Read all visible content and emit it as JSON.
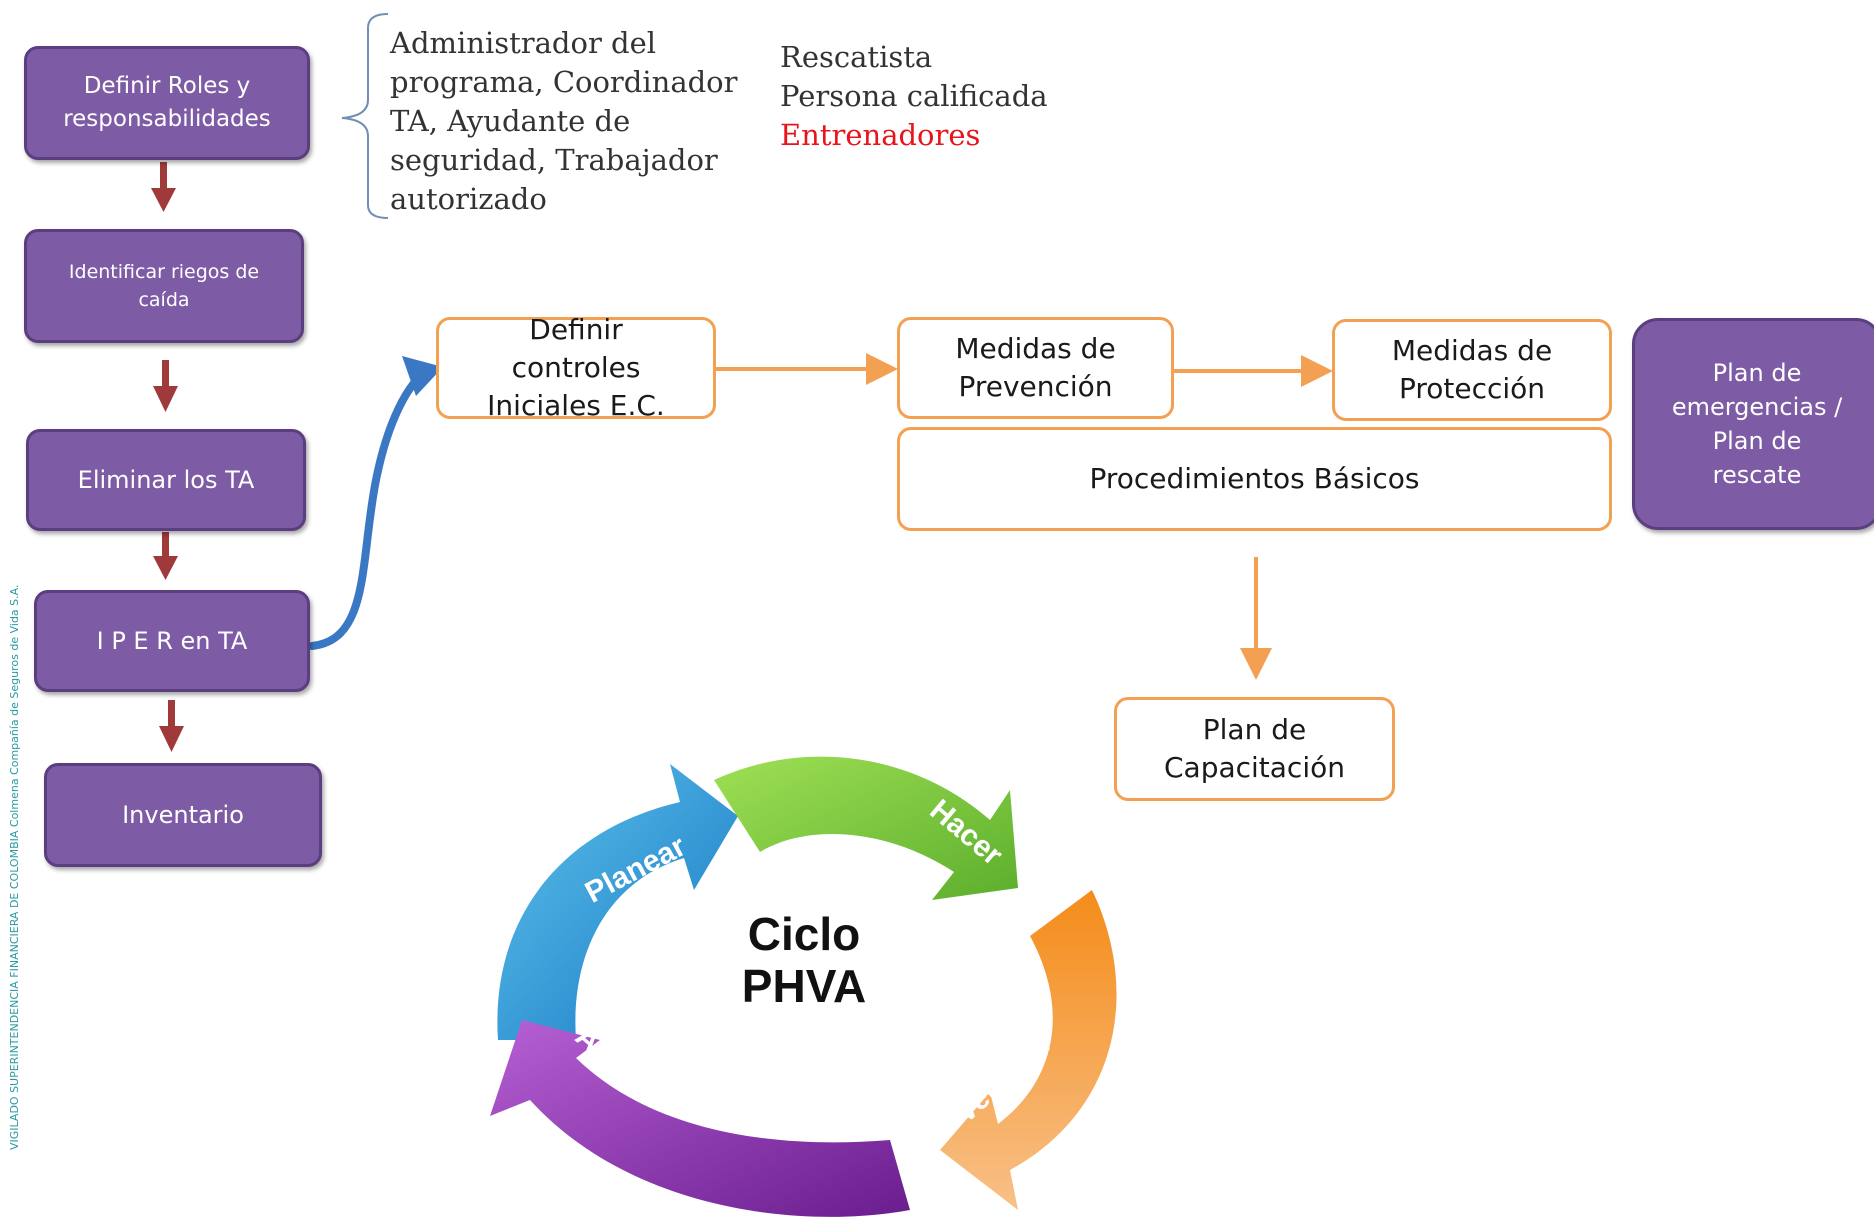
{
  "left_flow": {
    "roles": "Definir Roles y responsabilidades",
    "identify": "Identificar riegos de caída",
    "eliminate": "Eliminar los TA",
    "iper": "I P E R en TA",
    "inventory": "Inventario"
  },
  "roles_list": {
    "main": "Administrador del programa, Coordinador TA, Ayudante de seguridad, Trabajador autorizado",
    "rescuer": "Rescatista",
    "qualified": "Persona calificada",
    "trainers": "Entrenadores"
  },
  "controls": {
    "initial": "Definir controles Iniciales E.C.",
    "prevention": "Medidas de Prevención",
    "protection": "Medidas de Protección",
    "procedures": "Procedimientos Básicos",
    "emergency": "Plan de emergencias / Plan de rescate",
    "training": "Plan de Capacitación"
  },
  "cycle": {
    "title_line1": "Ciclo",
    "title_line2": "PHVA",
    "plan": "Planear",
    "do": "Hacer",
    "check": "Verificar",
    "act": "Actuar"
  },
  "watermark": {
    "text": "VIGILADO  SUPERINTENDENCIA FINANCIERA DE COLOMBIA   Colmena Compañía de Seguros de Vida S.A."
  },
  "colors": {
    "purple": "#7d5ba5",
    "orange": "#f4a053",
    "arrow_red": "#a03a3a",
    "arrow_blue": "#3b78c4",
    "red_text": "#e8141b"
  }
}
